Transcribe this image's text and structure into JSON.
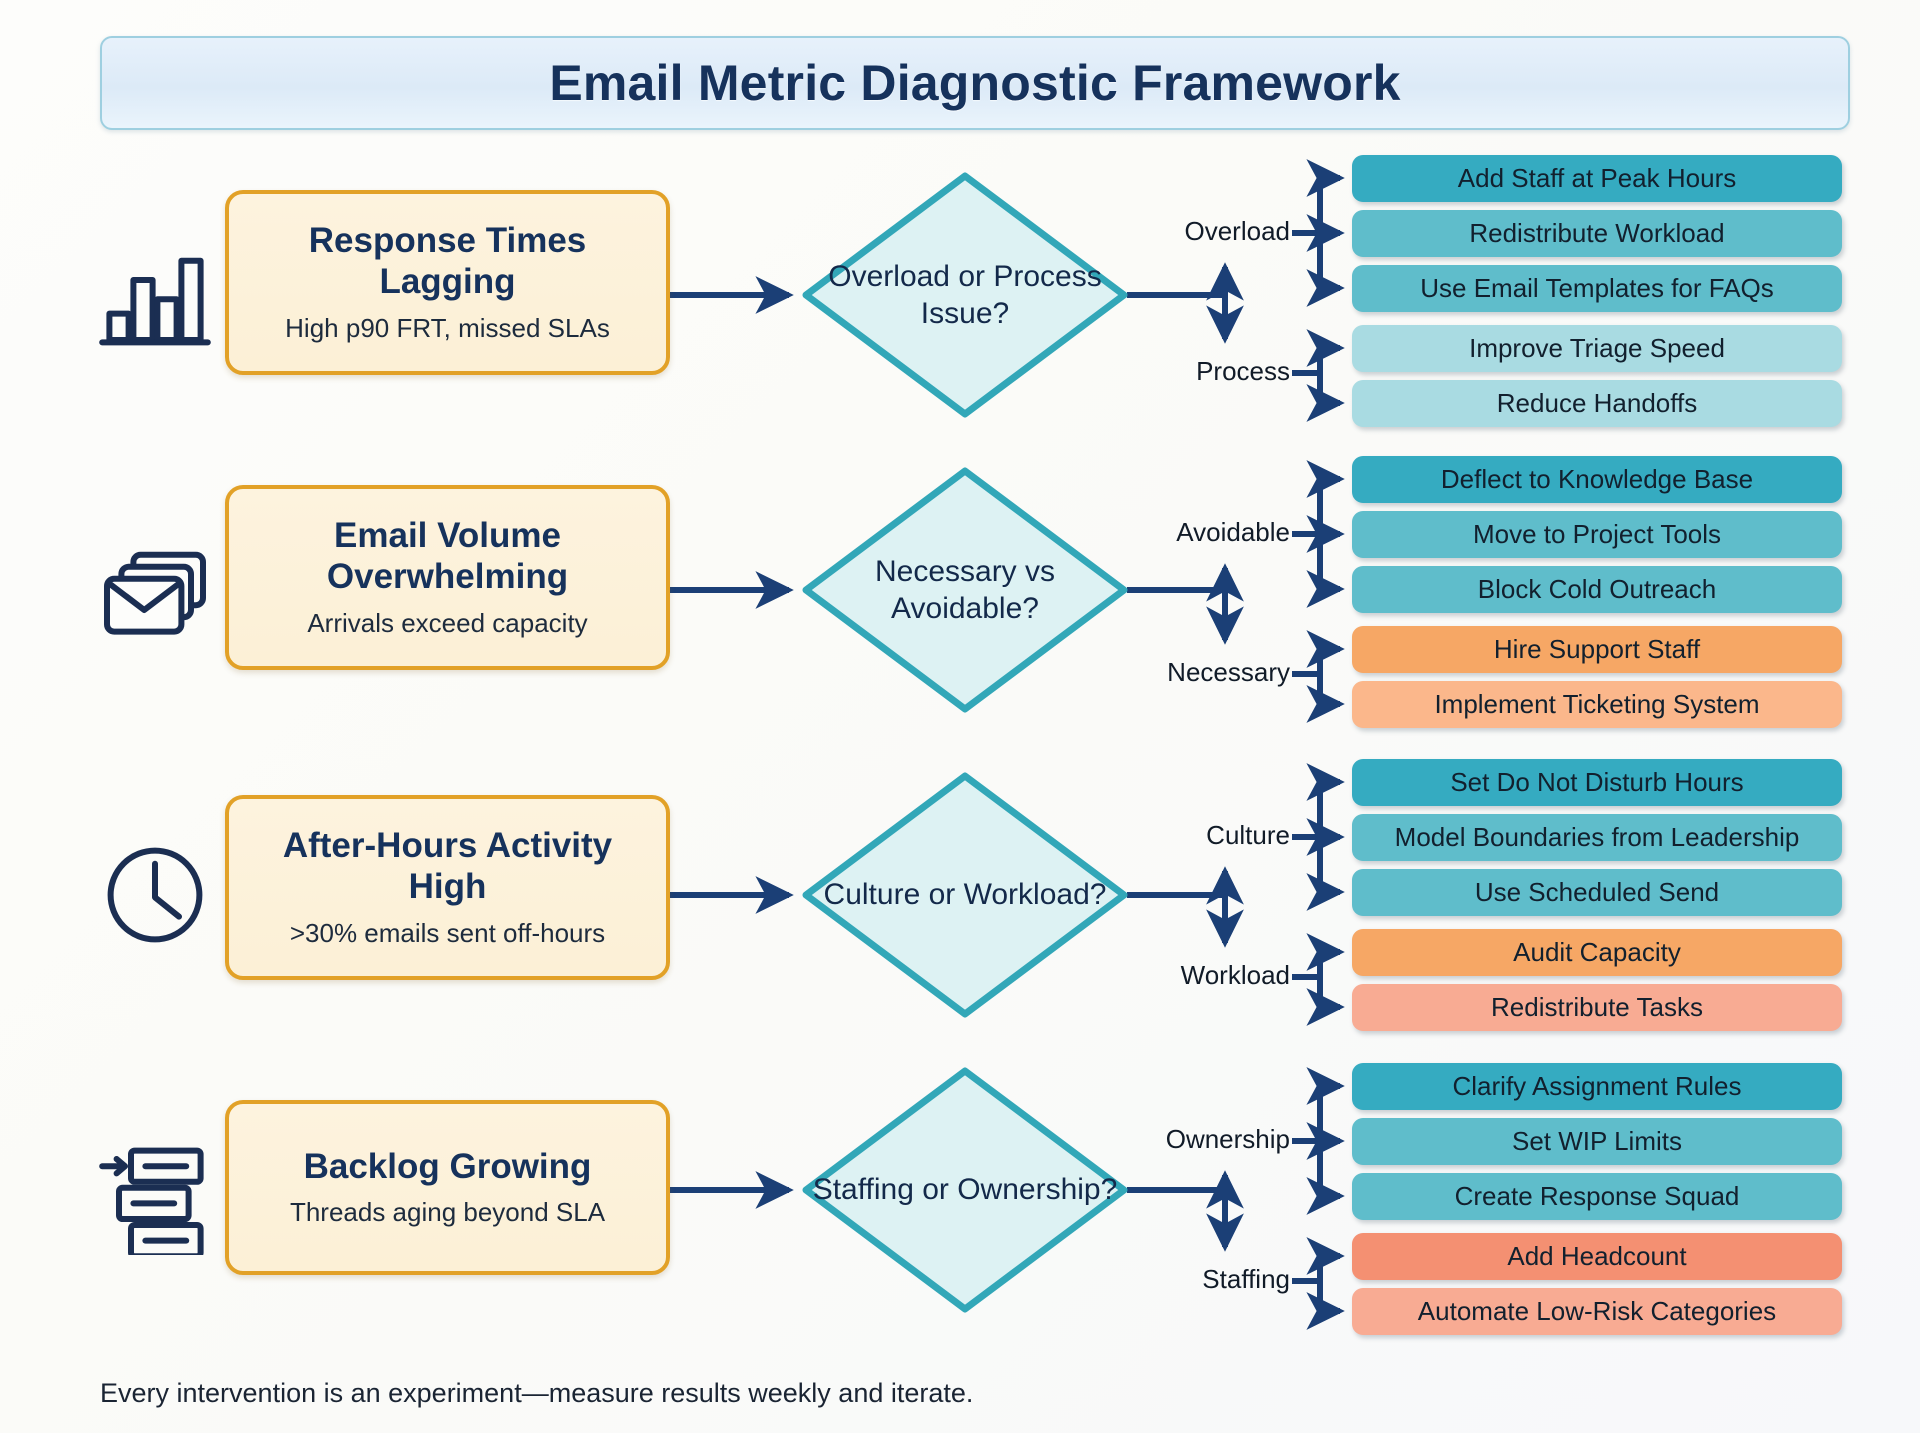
{
  "header": {
    "title": "Email Metric Diagnostic Framework"
  },
  "footer": {
    "note": "Every intervention is an experiment—measure results weekly and iterate."
  },
  "palette": {
    "title_bg": "#dceaf7",
    "title_border": "#9ecfe0",
    "title_text": "#16325c",
    "problem_bg": "#fcf1da",
    "problem_border": "#e2a127",
    "problem_text": "#16325c",
    "diamond_fill": "#ddf2f3",
    "diamond_border": "#32a7b8",
    "arrow": "#1b3f76",
    "teal_dark": "#35abc1",
    "teal_mid": "#5fbdcb",
    "teal_light": "#a9dbe2",
    "orange": "#f6a765",
    "orange_light": "#fbb78b",
    "coral": "#f49072",
    "coral_light": "#f8ab93"
  },
  "rows": [
    {
      "icon": "bar-chart-icon",
      "problem": {
        "title": "Response Times Lagging",
        "subtitle": "High p90 FRT, missed SLAs"
      },
      "decision": "Overload or Process Issue?",
      "branches": [
        {
          "label": "Overload",
          "actions": [
            {
              "text": "Add Staff at Peak Hours",
              "color": "#35abc1"
            },
            {
              "text": "Redistribute Workload",
              "color": "#5fbdcb"
            },
            {
              "text": "Use Email Templates for FAQs",
              "color": "#5fbdcb"
            }
          ]
        },
        {
          "label": "Process",
          "actions": [
            {
              "text": "Improve Triage Speed",
              "color": "#a9dbe2"
            },
            {
              "text": "Reduce Handoffs",
              "color": "#a9dbe2"
            }
          ]
        }
      ]
    },
    {
      "icon": "stacked-envelopes-icon",
      "problem": {
        "title": "Email Volume Overwhelming",
        "subtitle": "Arrivals exceed capacity"
      },
      "decision": "Necessary vs Avoidable?",
      "branches": [
        {
          "label": "Avoidable",
          "actions": [
            {
              "text": "Deflect to Knowledge Base",
              "color": "#35abc1"
            },
            {
              "text": "Move to Project Tools",
              "color": "#5fbdcb"
            },
            {
              "text": "Block Cold Outreach",
              "color": "#5fbdcb"
            }
          ]
        },
        {
          "label": "Necessary",
          "actions": [
            {
              "text": "Hire Support Staff",
              "color": "#f6a765"
            },
            {
              "text": "Implement Ticketing System",
              "color": "#fbb78b"
            }
          ]
        }
      ]
    },
    {
      "icon": "clock-icon",
      "problem": {
        "title": "After-Hours Activity High",
        "subtitle": ">30% emails sent off-hours"
      },
      "decision": "Culture or Workload?",
      "branches": [
        {
          "label": "Culture",
          "actions": [
            {
              "text": "Set Do Not Disturb Hours",
              "color": "#35abc1"
            },
            {
              "text": "Model Boundaries from Leadership",
              "color": "#5fbdcb"
            },
            {
              "text": "Use Scheduled Send",
              "color": "#5fbdcb"
            }
          ]
        },
        {
          "label": "Workload",
          "actions": [
            {
              "text": "Audit Capacity",
              "color": "#f6a765"
            },
            {
              "text": "Redistribute Tasks",
              "color": "#f8ab93"
            }
          ]
        }
      ]
    },
    {
      "icon": "backlog-queue-icon",
      "problem": {
        "title": "Backlog Growing",
        "subtitle": "Threads aging beyond SLA"
      },
      "decision": "Staffing or Ownership?",
      "branches": [
        {
          "label": "Ownership",
          "actions": [
            {
              "text": "Clarify Assignment Rules",
              "color": "#35abc1"
            },
            {
              "text": "Set WIP Limits",
              "color": "#5fbdcb"
            },
            {
              "text": "Create Response Squad",
              "color": "#5fbdcb"
            }
          ]
        },
        {
          "label": "Staffing",
          "actions": [
            {
              "text": "Add Headcount",
              "color": "#f49072"
            },
            {
              "text": "Automate Low-Risk Categories",
              "color": "#f8ab93"
            }
          ]
        }
      ]
    }
  ]
}
